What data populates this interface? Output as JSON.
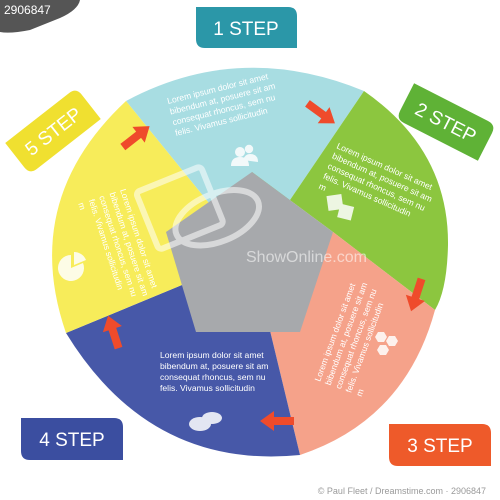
{
  "watermark": {
    "top_left": "2906847",
    "bottom_right": "© Paul Fleet / Dreamstime.com · 2906847",
    "brand": "ShowOnline.com"
  },
  "steps": [
    {
      "tag_label": "1 STEP",
      "text_lines": [
        "Lorem ipsum dolor sit amet",
        "bibendum at, posuere sit am",
        "consequat rhoncus, sem nu",
        "felis. Vivamus sollicitudin"
      ],
      "icon": "people-icon",
      "colors": {
        "segment": "#a8dde2",
        "tag": "#2b97a8"
      }
    },
    {
      "tag_label": "2 STEP",
      "text_lines": [
        "Lorem ipsum dolor sit amet",
        "bibendum at, posuere sit am",
        "consequat rhoncus, sem nu",
        "felis. Vivamus sollicitudin",
        "m"
      ],
      "icon": "squares-icon",
      "colors": {
        "segment": "#8cc63f",
        "tag": "#5fb236"
      }
    },
    {
      "tag_label": "3 STEP",
      "text_lines": [
        "Lorem ipsum dolor sit amet",
        "bibendum at, posuere sit am",
        "consequat rhoncus, sem nu",
        "felis. Vivamus sollicitudin",
        "m"
      ],
      "icon": "hexagons-icon",
      "colors": {
        "segment": "#f5a28a",
        "tag": "#ee5a2a"
      }
    },
    {
      "tag_label": "4 STEP",
      "text_lines": [
        "Lorem ipsum dolor sit amet",
        "bibendum at, posuere sit am",
        "consequat rhoncus, sem nu",
        "felis. Vivamus sollicitudin"
      ],
      "icon": "chat-bubbles-icon",
      "colors": {
        "segment": "#4758a8",
        "tag": "#3b4ea0"
      }
    },
    {
      "tag_label": "5 STEP",
      "text_lines": [
        "Lorem ipsum dolor sit amet",
        "bibendum at, posuere sit am",
        "consequat rhoncus, sem nu",
        "felis. Vivamus sollicitudin",
        "m"
      ],
      "icon": "pie-chart-icon",
      "colors": {
        "segment": "#f7ec5a",
        "tag": "#f0e030"
      }
    }
  ],
  "colors": {
    "center": "#a7a9ac",
    "arrow": "#ef4b2b",
    "icon": "#ffffff"
  }
}
